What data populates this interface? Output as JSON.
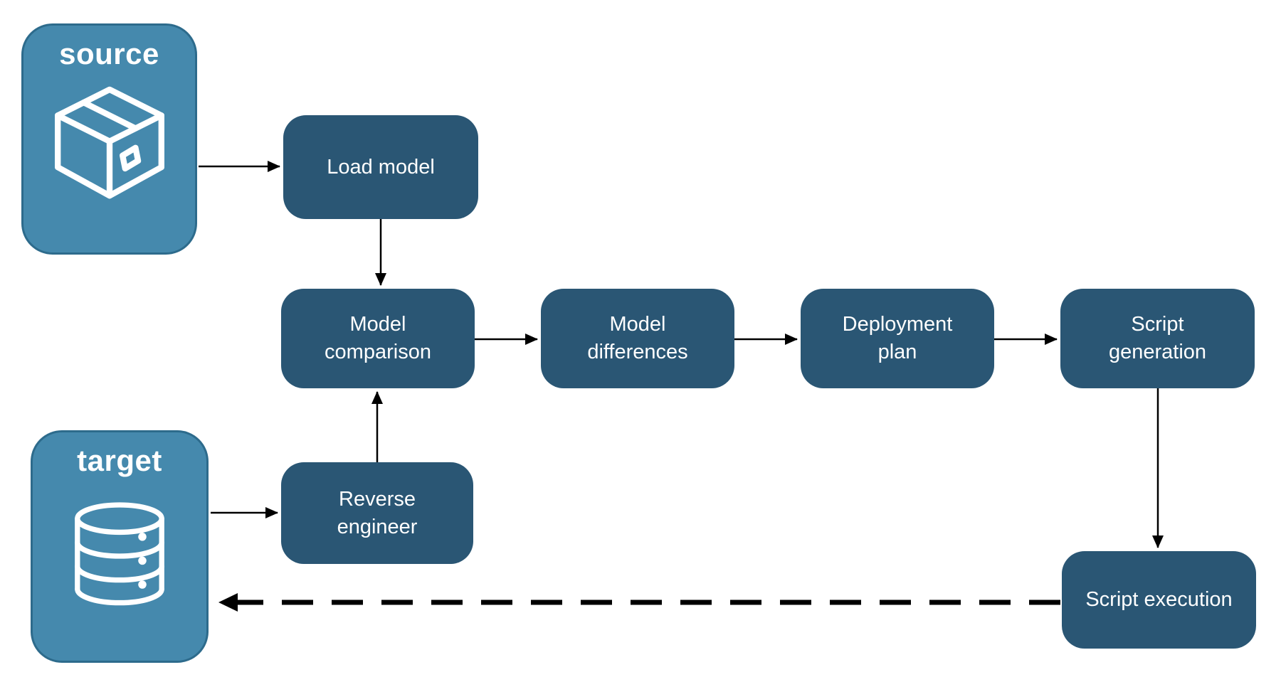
{
  "diagram": {
    "colors": {
      "background": "#ffffff",
      "node_fill": "#2a5674",
      "node_text": "#ffffff",
      "container_fill": "#4589ad",
      "container_border": "#2d6b8c",
      "container_text": "#ffffff",
      "arrow": "#000000"
    },
    "containers": {
      "source": {
        "label": "source",
        "icon": "package-icon"
      },
      "target": {
        "label": "target",
        "icon": "database-icon"
      }
    },
    "nodes": {
      "load_model": {
        "label": "Load model"
      },
      "model_comparison": {
        "label": "Model comparison"
      },
      "model_differences": {
        "label": "Model differences"
      },
      "deployment_plan": {
        "label": "Deployment plan"
      },
      "script_generation": {
        "label": "Script generation"
      },
      "reverse_engineer": {
        "label": "Reverse engineer"
      },
      "script_execution": {
        "label": "Script execution"
      }
    },
    "edges": [
      {
        "from": "source",
        "to": "load_model",
        "style": "solid"
      },
      {
        "from": "load_model",
        "to": "model_comparison",
        "style": "solid"
      },
      {
        "from": "model_comparison",
        "to": "model_differences",
        "style": "solid"
      },
      {
        "from": "model_differences",
        "to": "deployment_plan",
        "style": "solid"
      },
      {
        "from": "deployment_plan",
        "to": "script_generation",
        "style": "solid"
      },
      {
        "from": "script_generation",
        "to": "script_execution",
        "style": "solid"
      },
      {
        "from": "target",
        "to": "reverse_engineer",
        "style": "solid"
      },
      {
        "from": "reverse_engineer",
        "to": "model_comparison",
        "style": "solid"
      },
      {
        "from": "script_execution",
        "to": "target",
        "style": "dashed"
      }
    ]
  }
}
